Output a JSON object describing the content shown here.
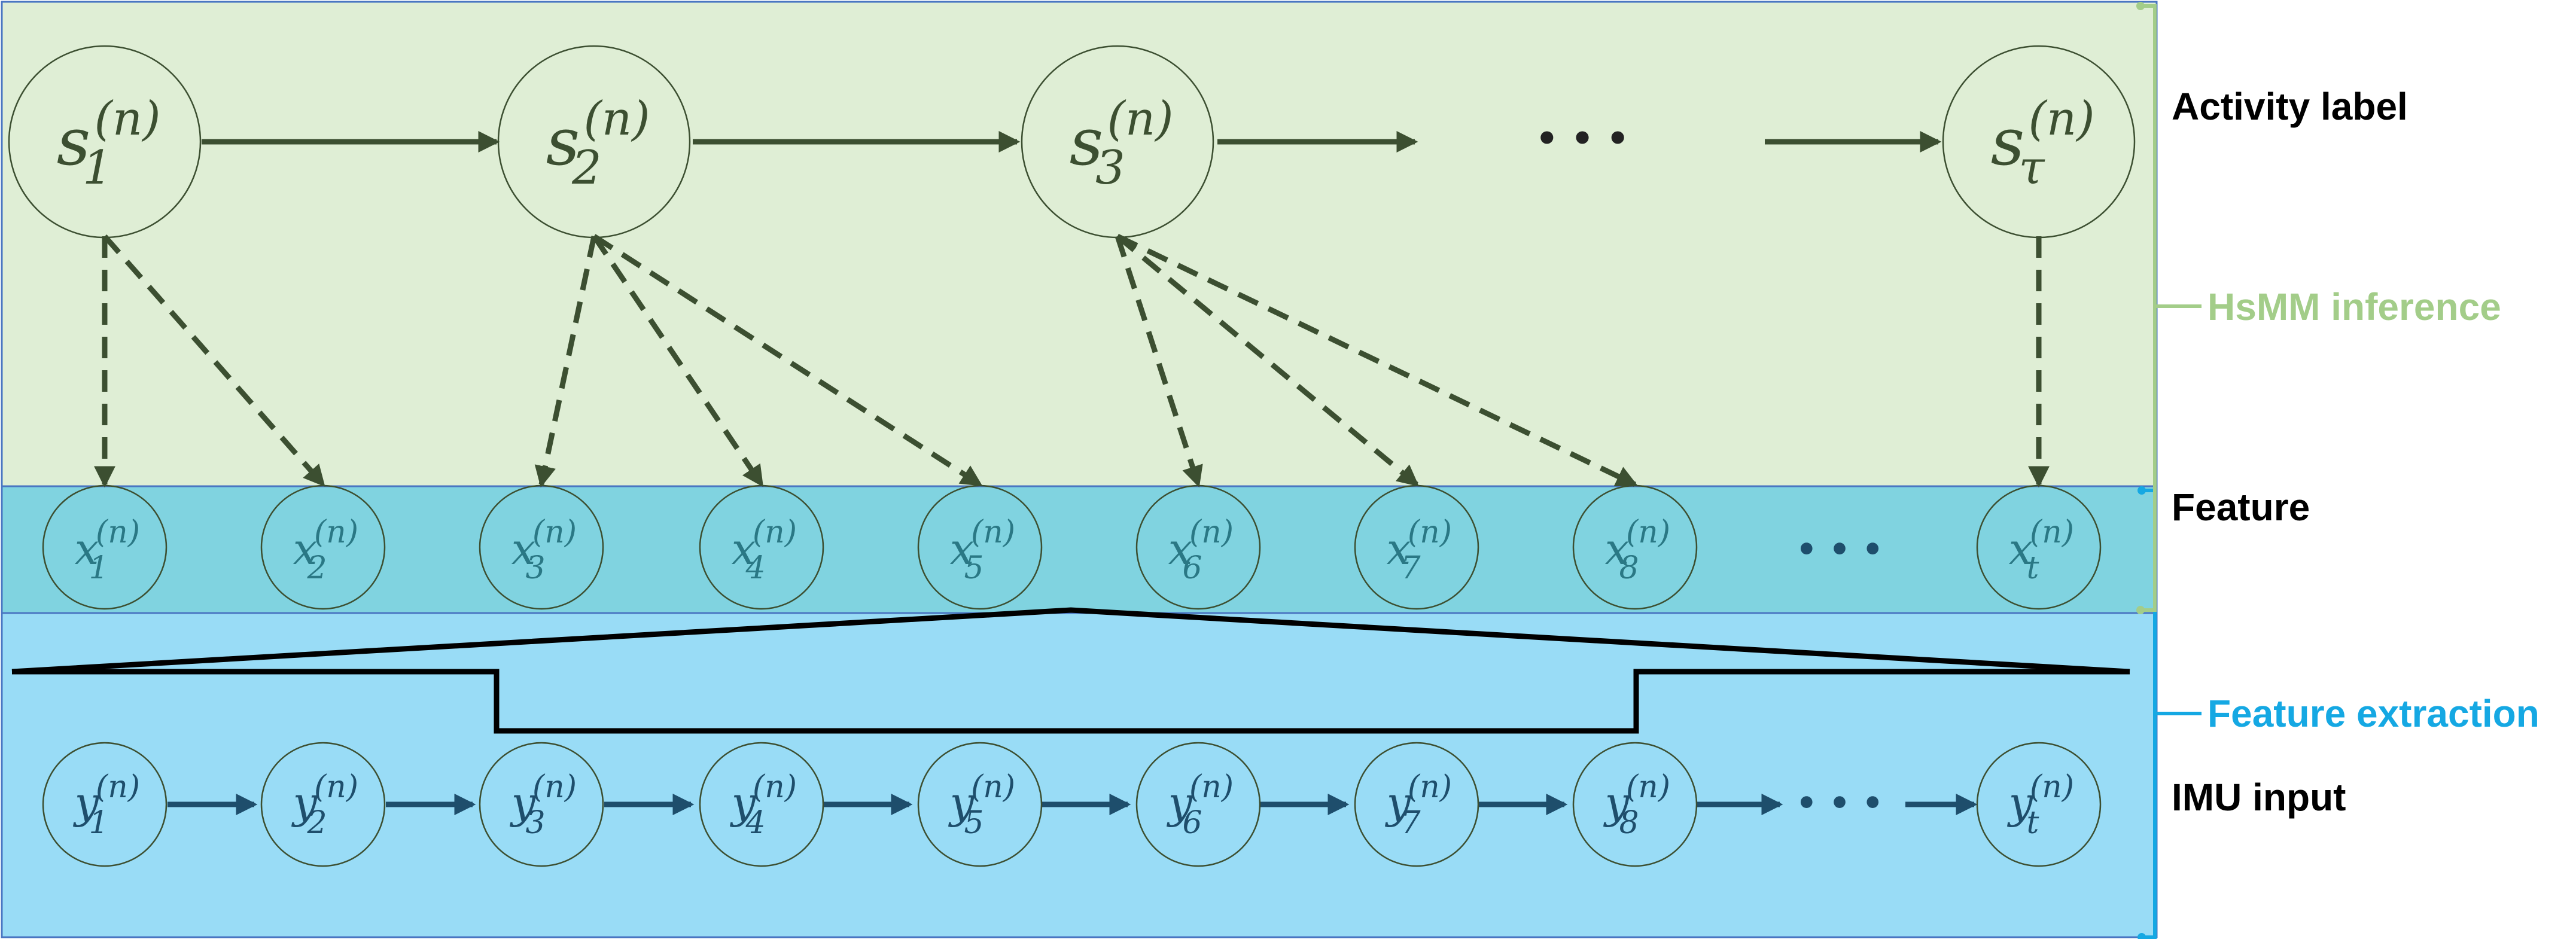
{
  "colors": {
    "activity_band": "#dfeed5",
    "feature_band": "#80d3e0",
    "imu_band": "#99dcf6",
    "arrow_dark_green": "#3c4f31",
    "arrow_dark_blue": "#1e4e6c",
    "hsmm_label": "#a3cd89",
    "feature_extraction_label": "#15a8e3"
  },
  "labels": {
    "activity_label": "Activity label",
    "hsmm_inference": "HsMM inference",
    "feature": "Feature",
    "feature_extraction": "Feature extraction",
    "imu_input": "IMU input"
  },
  "state_nodes": [
    {
      "base": "s",
      "sub": "1",
      "sup": "(n)"
    },
    {
      "base": "s",
      "sub": "2",
      "sup": "(n)"
    },
    {
      "base": "s",
      "sub": "3",
      "sup": "(n)"
    },
    {
      "base": "s",
      "sub": "τ",
      "sup": "(n)"
    }
  ],
  "feature_nodes": [
    {
      "base": "x",
      "sub": "1",
      "sup": "(n)"
    },
    {
      "base": "x",
      "sub": "2",
      "sup": "(n)"
    },
    {
      "base": "x",
      "sub": "3",
      "sup": "(n)"
    },
    {
      "base": "x",
      "sub": "4",
      "sup": "(n)"
    },
    {
      "base": "x",
      "sub": "5",
      "sup": "(n)"
    },
    {
      "base": "x",
      "sub": "6",
      "sup": "(n)"
    },
    {
      "base": "x",
      "sub": "7",
      "sup": "(n)"
    },
    {
      "base": "x",
      "sub": "8",
      "sup": "(n)"
    },
    {
      "base": "x",
      "sub": "t",
      "sup": "(n)"
    }
  ],
  "imu_nodes": [
    {
      "base": "y",
      "sub": "1",
      "sup": "(n)"
    },
    {
      "base": "y",
      "sub": "2",
      "sup": "(n)"
    },
    {
      "base": "y",
      "sub": "3",
      "sup": "(n)"
    },
    {
      "base": "y",
      "sub": "4",
      "sup": "(n)"
    },
    {
      "base": "y",
      "sub": "5",
      "sup": "(n)"
    },
    {
      "base": "y",
      "sub": "6",
      "sup": "(n)"
    },
    {
      "base": "y",
      "sub": "7",
      "sup": "(n)"
    },
    {
      "base": "y",
      "sub": "8",
      "sup": "(n)"
    },
    {
      "base": "y",
      "sub": "t",
      "sup": "(n)"
    }
  ],
  "ellipsis": "• • •"
}
